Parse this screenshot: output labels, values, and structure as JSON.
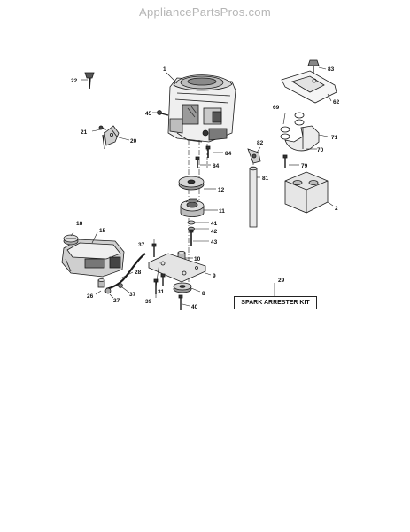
{
  "watermark": "AppliancePartsPros.com",
  "kit_label": "SPARK ARRESTER KIT",
  "callouts": {
    "c1": "1",
    "c2": "2",
    "c8": "8",
    "c9": "9",
    "c10": "10",
    "c11": "11",
    "c12": "12",
    "c15": "15",
    "c18": "18",
    "c20": "20",
    "c21": "21",
    "c22": "22",
    "c26": "26",
    "c27": "27",
    "c28": "28",
    "c29": "29",
    "c31": "31",
    "c37a": "37",
    "c37b": "37",
    "c39": "39",
    "c40": "40",
    "c41": "41",
    "c42": "42",
    "c43": "43",
    "c45": "45",
    "c69": "69",
    "c70": "70",
    "c71": "71",
    "c79": "79",
    "c81": "81",
    "c82": "82",
    "c83": "83",
    "c84a": "84",
    "c84b": "84"
  }
}
